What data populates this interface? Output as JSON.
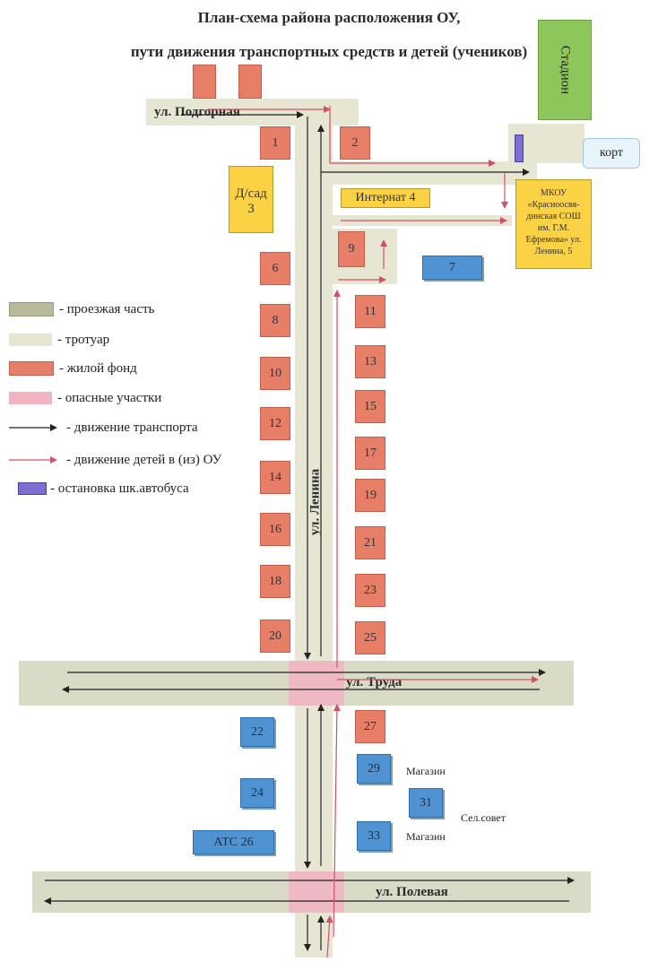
{
  "title": {
    "line1": "План-схема района расположения ОУ,",
    "line2": "пути движения транспортных средств и детей (учеников)"
  },
  "streets": {
    "podgornaya": "ул. Подгорная",
    "lenina": "ул. Ленина",
    "truda": "ул. Труда",
    "polevaya": "ул. Полевая"
  },
  "places": {
    "stadium": "Стадион",
    "court": "корт",
    "kindergarten": "Д/сад\n3",
    "internat": "Интернат 4",
    "school": "МКОУ «Красноосвя-динская СОШ им. Г.М. Ефремова» ул. Ленина, 5",
    "shop1": "Магазин",
    "shop2": "Магазин",
    "council": "Сел.совет"
  },
  "buildings": {
    "b1": "1",
    "b2": "2",
    "b6": "6",
    "b7": "7",
    "b8": "8",
    "b9": "9",
    "b10": "10",
    "b11": "11",
    "b12": "12",
    "b13": "13",
    "b14": "14",
    "b15": "15",
    "b16": "16",
    "b17": "17",
    "b18": "18",
    "b19": "19",
    "b20": "20",
    "b21": "21",
    "b22": "22",
    "b23": "23",
    "b24": "24",
    "b25": "25",
    "b27": "27",
    "b29": "29",
    "b31": "31",
    "b33": "33",
    "ats": "АТС  26"
  },
  "legend": {
    "roadway": "- проезжая часть",
    "sidewalk": "- тротуар",
    "housing": "- жилой фонд",
    "danger": "- опасные участки",
    "traffic": "- движение транспорта",
    "children": "- движение детей в (из) ОУ",
    "busstop": "- остановка шк.автобуса"
  },
  "colors": {
    "roadway": "#d9dac4",
    "sidewalk": "#e6e6d2",
    "housing": "#e77f68",
    "public": "#4f93d3",
    "danger": "#f2b3c2",
    "traffic_arrow": "#222222",
    "children_arrow": "#d0506a",
    "busstop": "#7d6fd0",
    "stadium": "#8dc65a",
    "school": "#fbd244"
  }
}
